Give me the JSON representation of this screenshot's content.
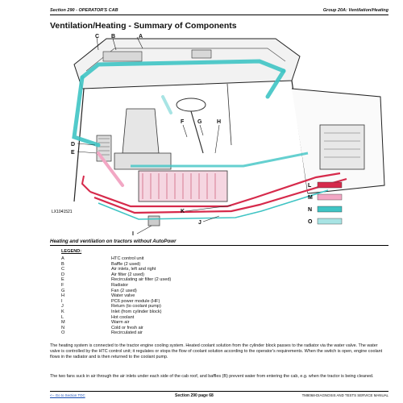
{
  "header": {
    "left": "Section 290 - OPERATOR'S CAB",
    "right": "Group 20A: Ventilation/Heating"
  },
  "title": "Ventilation/Heating - Summary of Components",
  "figure": {
    "callouts": [
      "A",
      "B",
      "C",
      "D",
      "E",
      "F",
      "G",
      "H",
      "I",
      "J",
      "K"
    ],
    "ref_code": "LX1041521",
    "key_letters": [
      "L",
      "M",
      "N",
      "O"
    ],
    "colors": {
      "hot_coolant": "#d62a4b",
      "warm_air": "#f2a7c4",
      "cold_air": "#3fc4c4",
      "recirculated_air": "#a8e4e4"
    }
  },
  "caption": "Heating and ventilation on tractors without AutoPowr",
  "legend": {
    "heading": "LEGEND:",
    "items": [
      {
        "key": "A",
        "value": "HTC control unit"
      },
      {
        "key": "B",
        "value": "Baffle (2 used)"
      },
      {
        "key": "C",
        "value": "Air inlets, left and right"
      },
      {
        "key": "D",
        "value": "Air filter (2 used)"
      },
      {
        "key": "E",
        "value": "Recirculating air filter (2 used)"
      },
      {
        "key": "F",
        "value": "Radiator"
      },
      {
        "key": "G",
        "value": "Fan (2 used)"
      },
      {
        "key": "H",
        "value": "Water valve"
      },
      {
        "key": "I",
        "value": "PC6 power module (HF)"
      },
      {
        "key": "J",
        "value": "Return (to coolant pump)"
      },
      {
        "key": "K",
        "value": "Inlet (from cylinder block)"
      },
      {
        "key": "L",
        "value": "Hot coolant"
      },
      {
        "key": "M",
        "value": "Warm air"
      },
      {
        "key": "N",
        "value": "Cold or fresh air"
      },
      {
        "key": "O",
        "value": "Recirculated air"
      }
    ]
  },
  "paragraphs": [
    "The heating system is connected to the tractor engine cooling system. Heated coolant solution from the cylinder block passes to the radiator via the water valve. The water valve is controlled by the HTC control unit; it regulates or stops the flow of coolant solution according to the operator's requirements. When the switch is open, engine coolant flows in the radiator and is then returned to the coolant pump.",
    "The two fans suck in air through the air inlets under each side of the cab roof, and baffles (B) prevent water from entering the cab, e.g. when the tractor is being cleaned."
  ],
  "footer": {
    "left": "<-- Go to Section TOC",
    "center": "Section 290 page 68",
    "right": "TM8068-DIAGNOSIS AND TESTS SERVICE MANUAL"
  }
}
